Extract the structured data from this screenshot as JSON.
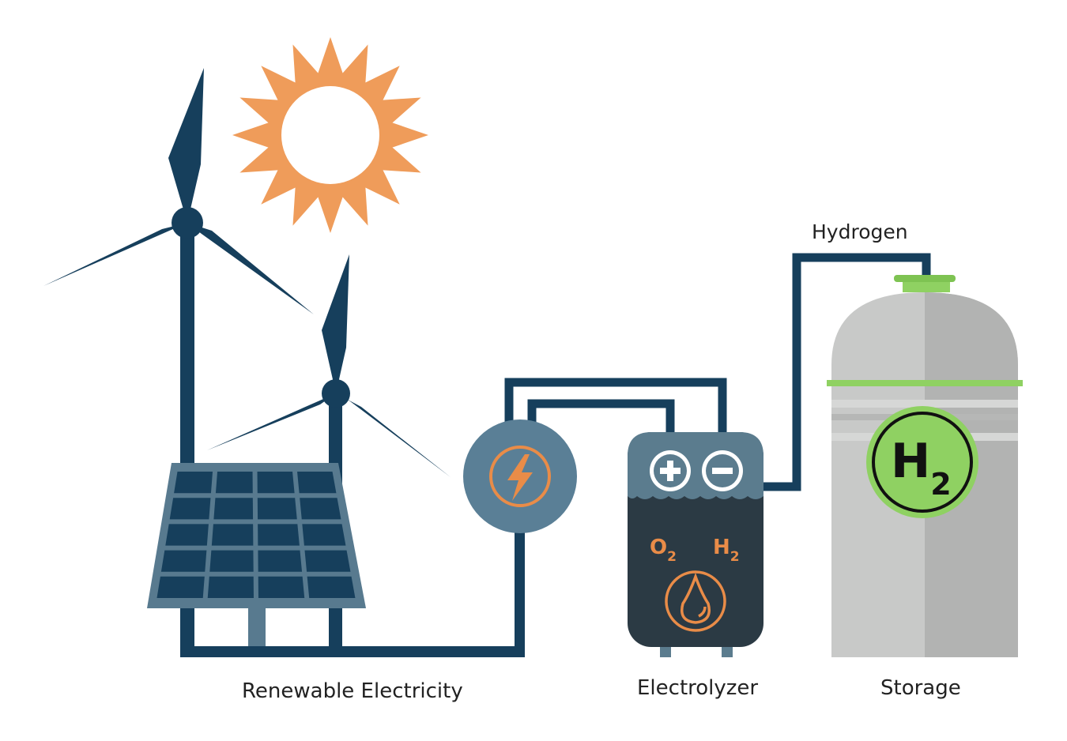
{
  "labels": {
    "renewable": "Renewable Electricity",
    "electrolyzer": "Electrolyzer",
    "storage": "Storage",
    "hydrogen": "Hydrogen"
  },
  "electrolyzer": {
    "oxygen": "O",
    "oxygen_sub": "2",
    "hydrogen": "H",
    "hydrogen_sub": "2"
  },
  "tank": {
    "symbol": "H",
    "symbol_sub": "2"
  },
  "colors": {
    "navy": "#163f5c",
    "slate": "#5a7f96",
    "panel": "#587a8f",
    "sun": "#ef9c5a",
    "electrolyzer_dark": "#2b3a44",
    "electrolyzer_top": "#5b7c8e",
    "tank_light": "#c8c9c8",
    "tank_dark": "#b2b3b2",
    "green": "#8fd162",
    "orange": "#e98c48"
  }
}
